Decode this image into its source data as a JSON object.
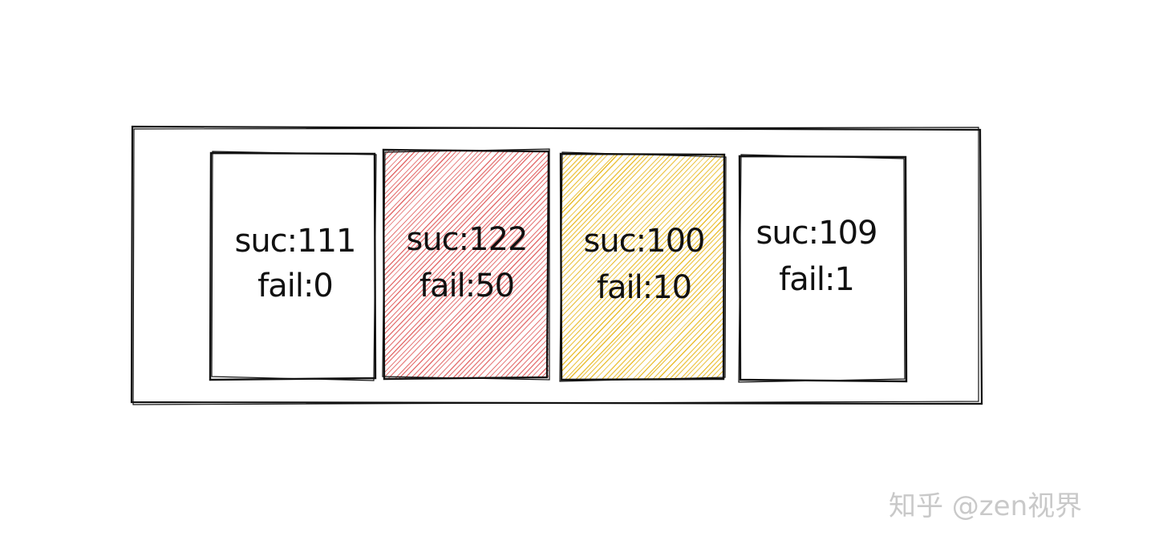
{
  "diagram": {
    "cells": [
      {
        "suc": "suc:111",
        "fail": "fail:0",
        "fill": "none"
      },
      {
        "suc": "suc:122",
        "fail": "fail:50",
        "fill": "#e05a5a"
      },
      {
        "suc": "suc:100",
        "fail": "fail:10",
        "fill": "#e8b81e"
      },
      {
        "suc": "suc:109",
        "fail": "fail:1",
        "fill": "none"
      }
    ]
  },
  "watermark": {
    "text": "知乎 @zen视界"
  }
}
